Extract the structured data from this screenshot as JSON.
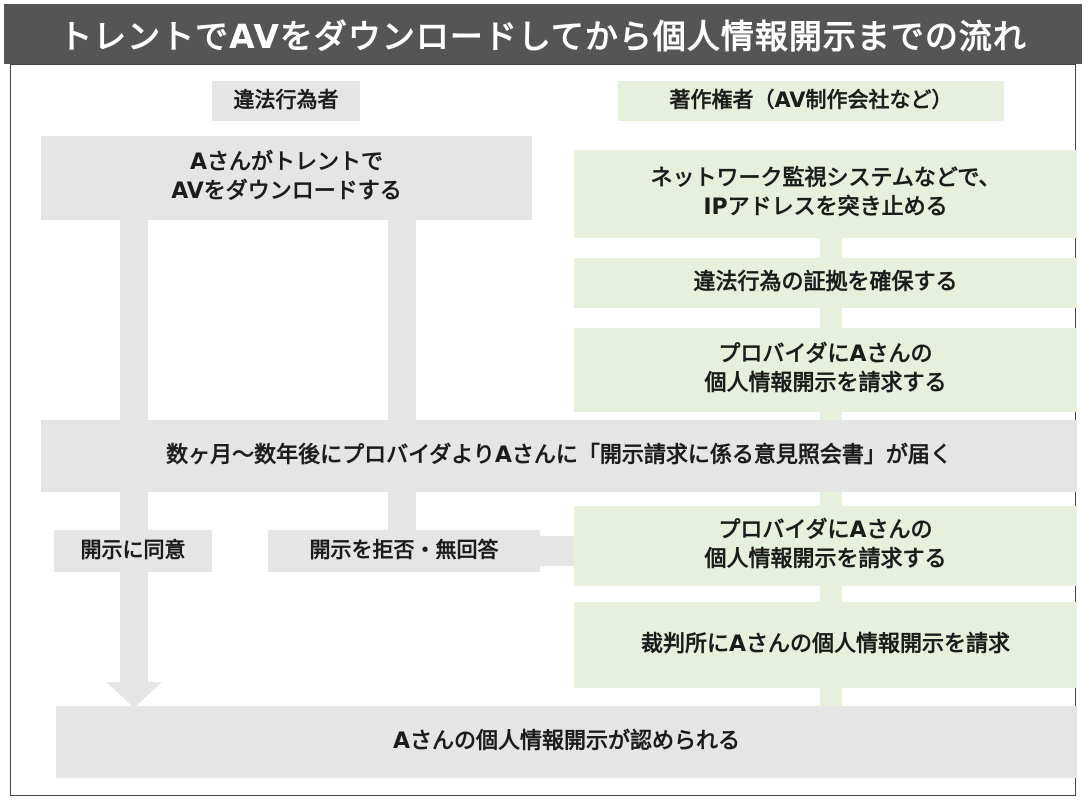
{
  "title": "トレントでAVをダウンロードしてから個人情報開示までの流れ",
  "left_header": "違法行為者",
  "right_header": "著作権者（AV制作会社など）",
  "step_download": "Aさんがトレントで\nAVをダウンロードする",
  "right_steps": [
    "ネットワーク監視システムなどで、\nIPアドレスを突き止める",
    "違法行為の証拠を確保する",
    "プロバイダにAさんの\n個人情報開示を請求する"
  ],
  "middle_bar": "数ヶ月〜数年後にプロバイダよりAさんに「開示請求に係る意見照会書」が届く",
  "consent": "開示に同意",
  "refuse": "開示を拒否・無回答",
  "right_steps_2": [
    "プロバイダにAさんの\n個人情報開示を請求する",
    "裁判所にAさんの個人情報開示を請求"
  ],
  "result": "Aさんの個人情報開示が認められる",
  "colors": {
    "title_bg": "#555555",
    "gray_box": "#e5e5e5",
    "green_box": "#e6f0dc"
  }
}
